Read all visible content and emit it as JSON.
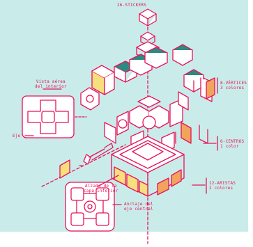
{
  "colors": {
    "background": "#c9ecea",
    "line": "#e8135a",
    "cube_white": "#ffffff",
    "teal": "#2a8b82",
    "yellow": "#f7df7e",
    "orange": "#f2a35c"
  },
  "labels": {
    "top_cut": "26-STICKERS",
    "interior": [
      "Vista aérea",
      "del interior"
    ],
    "axis": "Eje",
    "vertices": [
      "8-VÉRTICES",
      "3 colores"
    ],
    "centers": [
      "6-CENTROS",
      "1 color"
    ],
    "edges": [
      "12-ARISTAS",
      "2 colores"
    ],
    "bottom_layer": [
      "Alzado de la",
      "capa inferior"
    ],
    "anchor": [
      "Anclaje del",
      "eje central"
    ]
  }
}
